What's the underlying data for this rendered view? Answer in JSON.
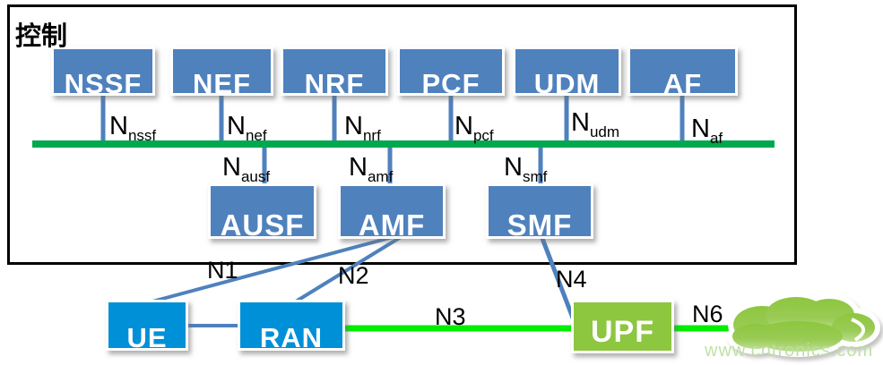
{
  "region_label": "控制",
  "nodes": {
    "top": [
      {
        "label": "NSSF"
      },
      {
        "label": "NEF"
      },
      {
        "label": "NRF"
      },
      {
        "label": "PCF"
      },
      {
        "label": "UDM"
      },
      {
        "label": "AF"
      }
    ],
    "mid": [
      {
        "label": "AUSF"
      },
      {
        "label": "AMF"
      },
      {
        "label": "SMF"
      }
    ],
    "bottom": [
      {
        "label": "UE"
      },
      {
        "label": "RAN"
      },
      {
        "label": "UPF"
      }
    ]
  },
  "interfaces": {
    "top": [
      {
        "main": "N",
        "sub": "nssf"
      },
      {
        "main": "N",
        "sub": "nef"
      },
      {
        "main": "N",
        "sub": "nrf"
      },
      {
        "main": "N",
        "sub": "pcf"
      },
      {
        "main": "N",
        "sub": "udm"
      },
      {
        "main": "N",
        "sub": "af"
      }
    ],
    "mid": [
      {
        "main": "N",
        "sub": "ausf"
      },
      {
        "main": "N",
        "sub": "amf"
      },
      {
        "main": "N",
        "sub": "smf"
      }
    ]
  },
  "links": {
    "n1": "N1",
    "n2": "N2",
    "n3": "N3",
    "n4": "N4",
    "n6": "N6"
  },
  "watermark": "www.cntronics.com",
  "colors": {
    "control_node": "#4F81BD",
    "control_link": "#4F81BD",
    "bus_green": "#00A94F",
    "bright_green": "#00EE00",
    "access_blue": "#0090D7",
    "user_plane_green": "#8DC63F",
    "region_border": "#000000"
  }
}
